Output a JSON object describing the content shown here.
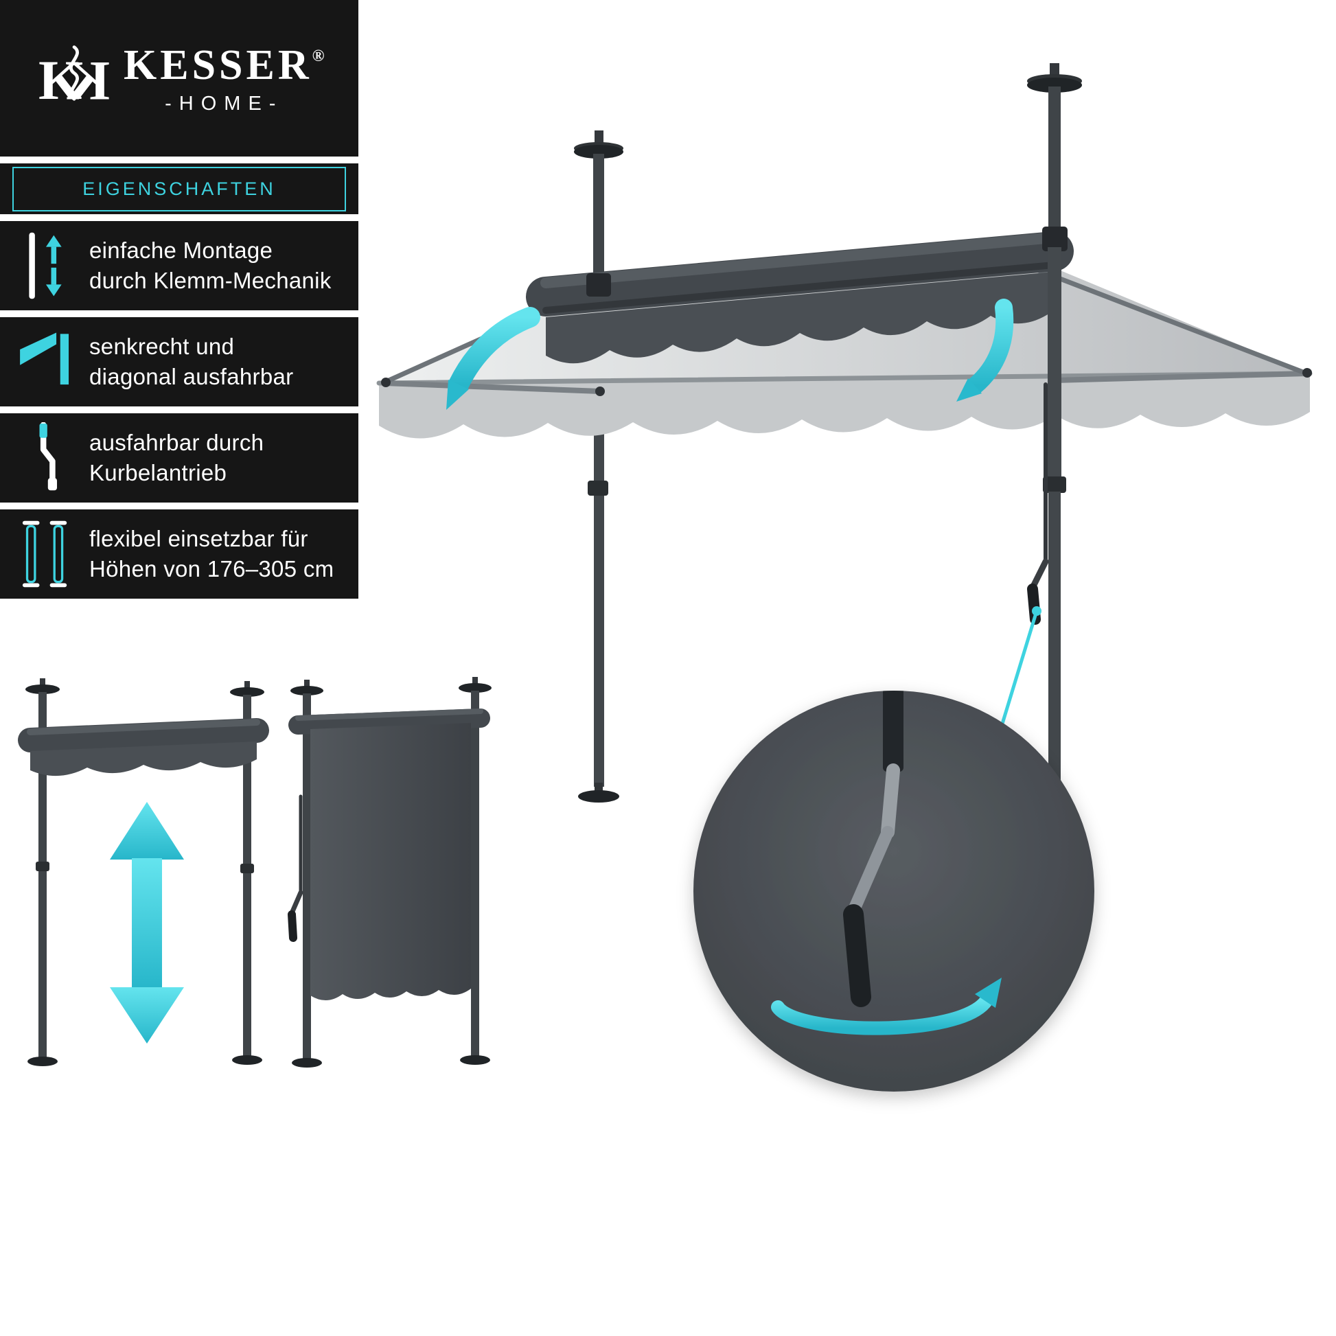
{
  "colors": {
    "panel_black": "#161616",
    "accent_cyan": "#3ed3e0",
    "awning_dark": "#4a4f54",
    "awning_light": "#d4d6d7",
    "pole_gray": "#3f4448"
  },
  "brand": {
    "monogram_left": "K",
    "monogram_right": "K",
    "name": "KESSER",
    "registered": "®",
    "home": "-HOME-"
  },
  "features_header": "EIGENSCHAFTEN",
  "features": [
    {
      "icon": "clamp-height-icon",
      "line1": "einfache Montage",
      "line2": "durch Klemm-Mechanik"
    },
    {
      "icon": "awning-extend-icon",
      "line1": "senkrecht und",
      "line2": "diagonal ausfahrbar"
    },
    {
      "icon": "crank-drive-icon",
      "line1": "ausfahrbar durch",
      "line2": "Kurbelantrieb"
    },
    {
      "icon": "telescopic-pole-icon",
      "line1": "flexibel einsetzbar für",
      "line2": "Höhen von 176–305 cm"
    }
  ]
}
